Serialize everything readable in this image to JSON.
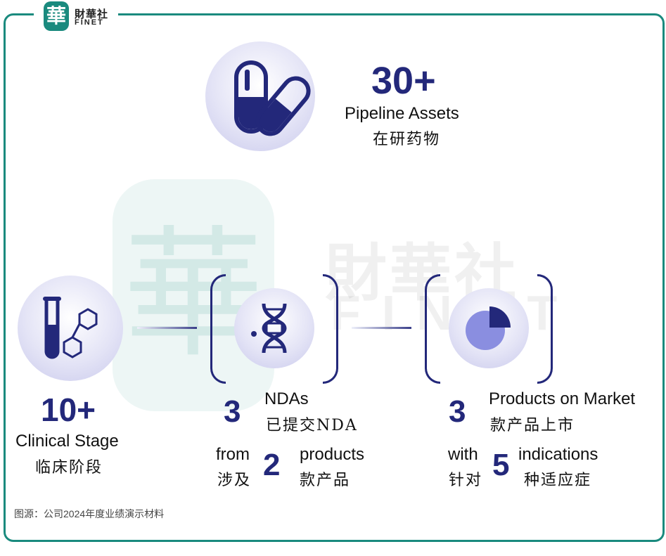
{
  "logo": {
    "seal": "華",
    "cn": "財華社",
    "en": "FINET"
  },
  "watermark": {
    "seal": "華",
    "cn": "財華社",
    "en": "FINET"
  },
  "pipeline": {
    "value": "30+",
    "label_en": "Pipeline Assets",
    "label_cn": "在研药物",
    "icon": "capsule-pill-icon"
  },
  "clinical": {
    "value": "10+",
    "label_en": "Clinical Stage",
    "label_cn": "临床阶段",
    "icon": "test-tube-molecule-icon"
  },
  "nda": {
    "value": "3",
    "label_en": "NDAs",
    "label_cn": "已提交NDA",
    "from_en": "from",
    "from_cn": "涉及",
    "count": "2",
    "products_en": "products",
    "products_cn": "款产品",
    "icon": "dna-icon"
  },
  "market": {
    "value": "3",
    "label_en": "Products on Market",
    "label_cn": "款产品上市",
    "with_en": "with",
    "with_cn": "针对",
    "count": "5",
    "ind_en": "indications",
    "ind_cn": "种适应症",
    "icon": "pie-chart-icon"
  },
  "source": "图源：公司2024年度业绩演示材料",
  "colors": {
    "navy": "#23287a",
    "teal": "#1a8a7e"
  }
}
